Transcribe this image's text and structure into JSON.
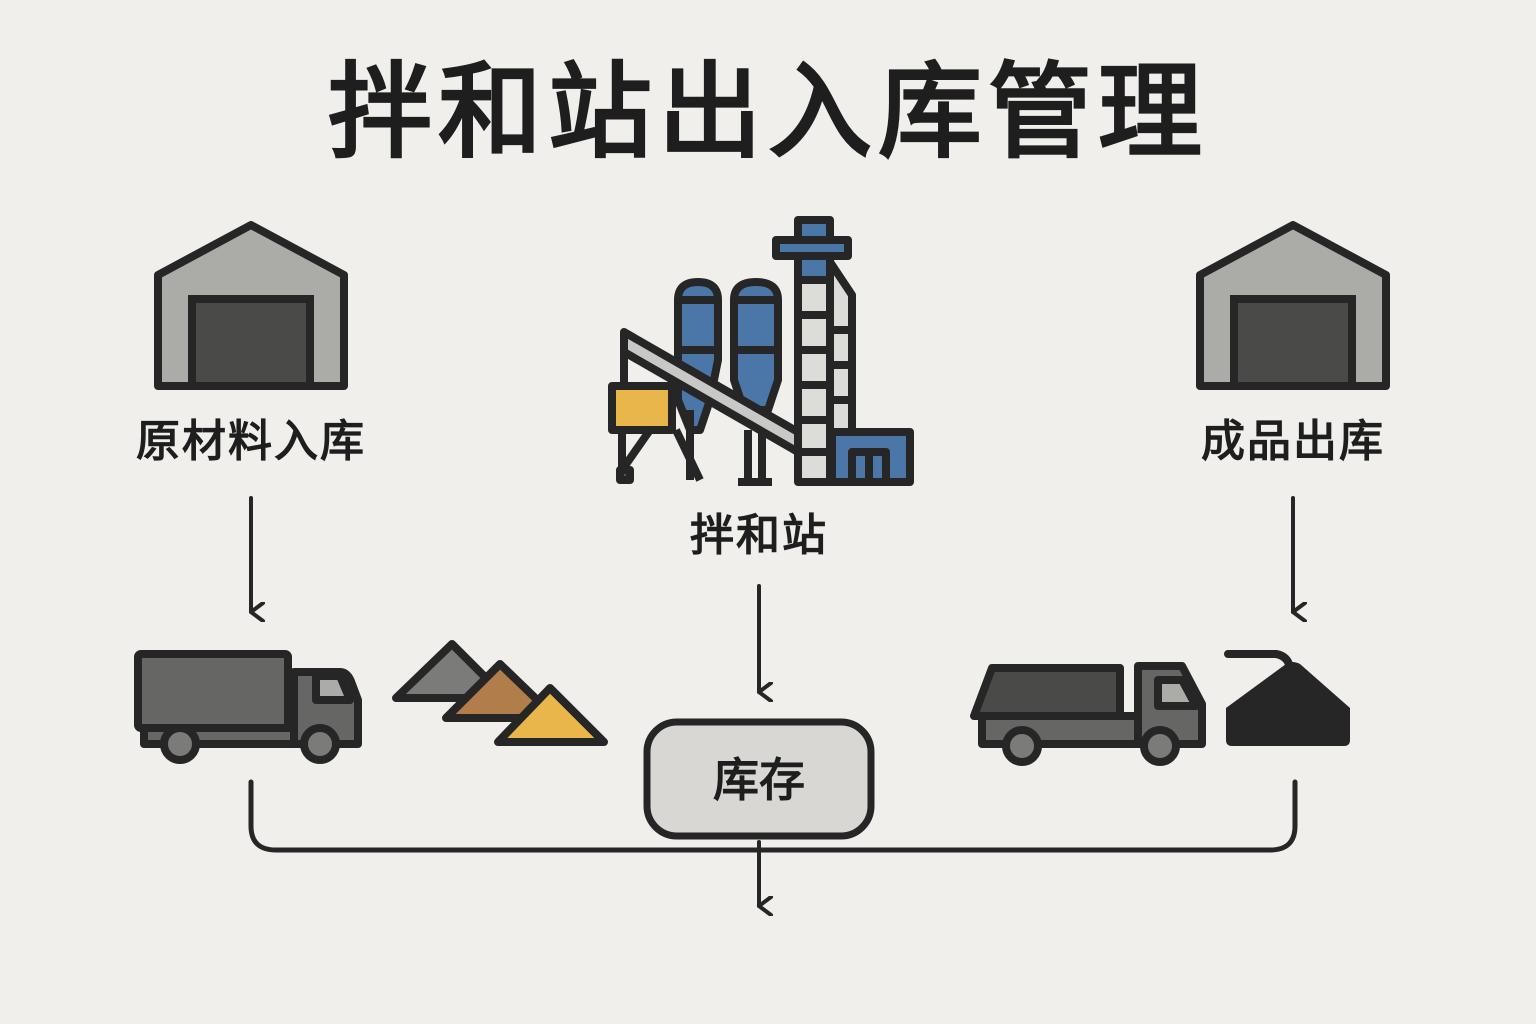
{
  "title": "拌和站出入库管理",
  "nodes": {
    "raw_material_in": {
      "label": "原材料入库",
      "icon": "warehouse-icon"
    },
    "mixing_plant": {
      "label": "拌和站",
      "icon": "mixing-plant-icon"
    },
    "finished_out": {
      "label": "成品出库",
      "icon": "warehouse-icon"
    },
    "inventory": {
      "label": "库存"
    }
  },
  "icons": {
    "left_truck": "box-truck-icon",
    "aggregate_piles": "aggregate-piles-icon",
    "right_truck": "dump-truck-icon",
    "product_pile": "concrete-pile-icon"
  },
  "colors": {
    "background": "#f0efeb",
    "outline": "#262626",
    "warehouse_wall": "#ababa8",
    "warehouse_door": "#4a4a48",
    "plant_blue": "#4a76a8",
    "plant_yellow": "#e8b64a",
    "pile_gray": "#7b7b79",
    "pile_brown": "#b07d4b",
    "pile_yellow": "#e8b64a",
    "inventory_fill": "#d8d7d3"
  }
}
